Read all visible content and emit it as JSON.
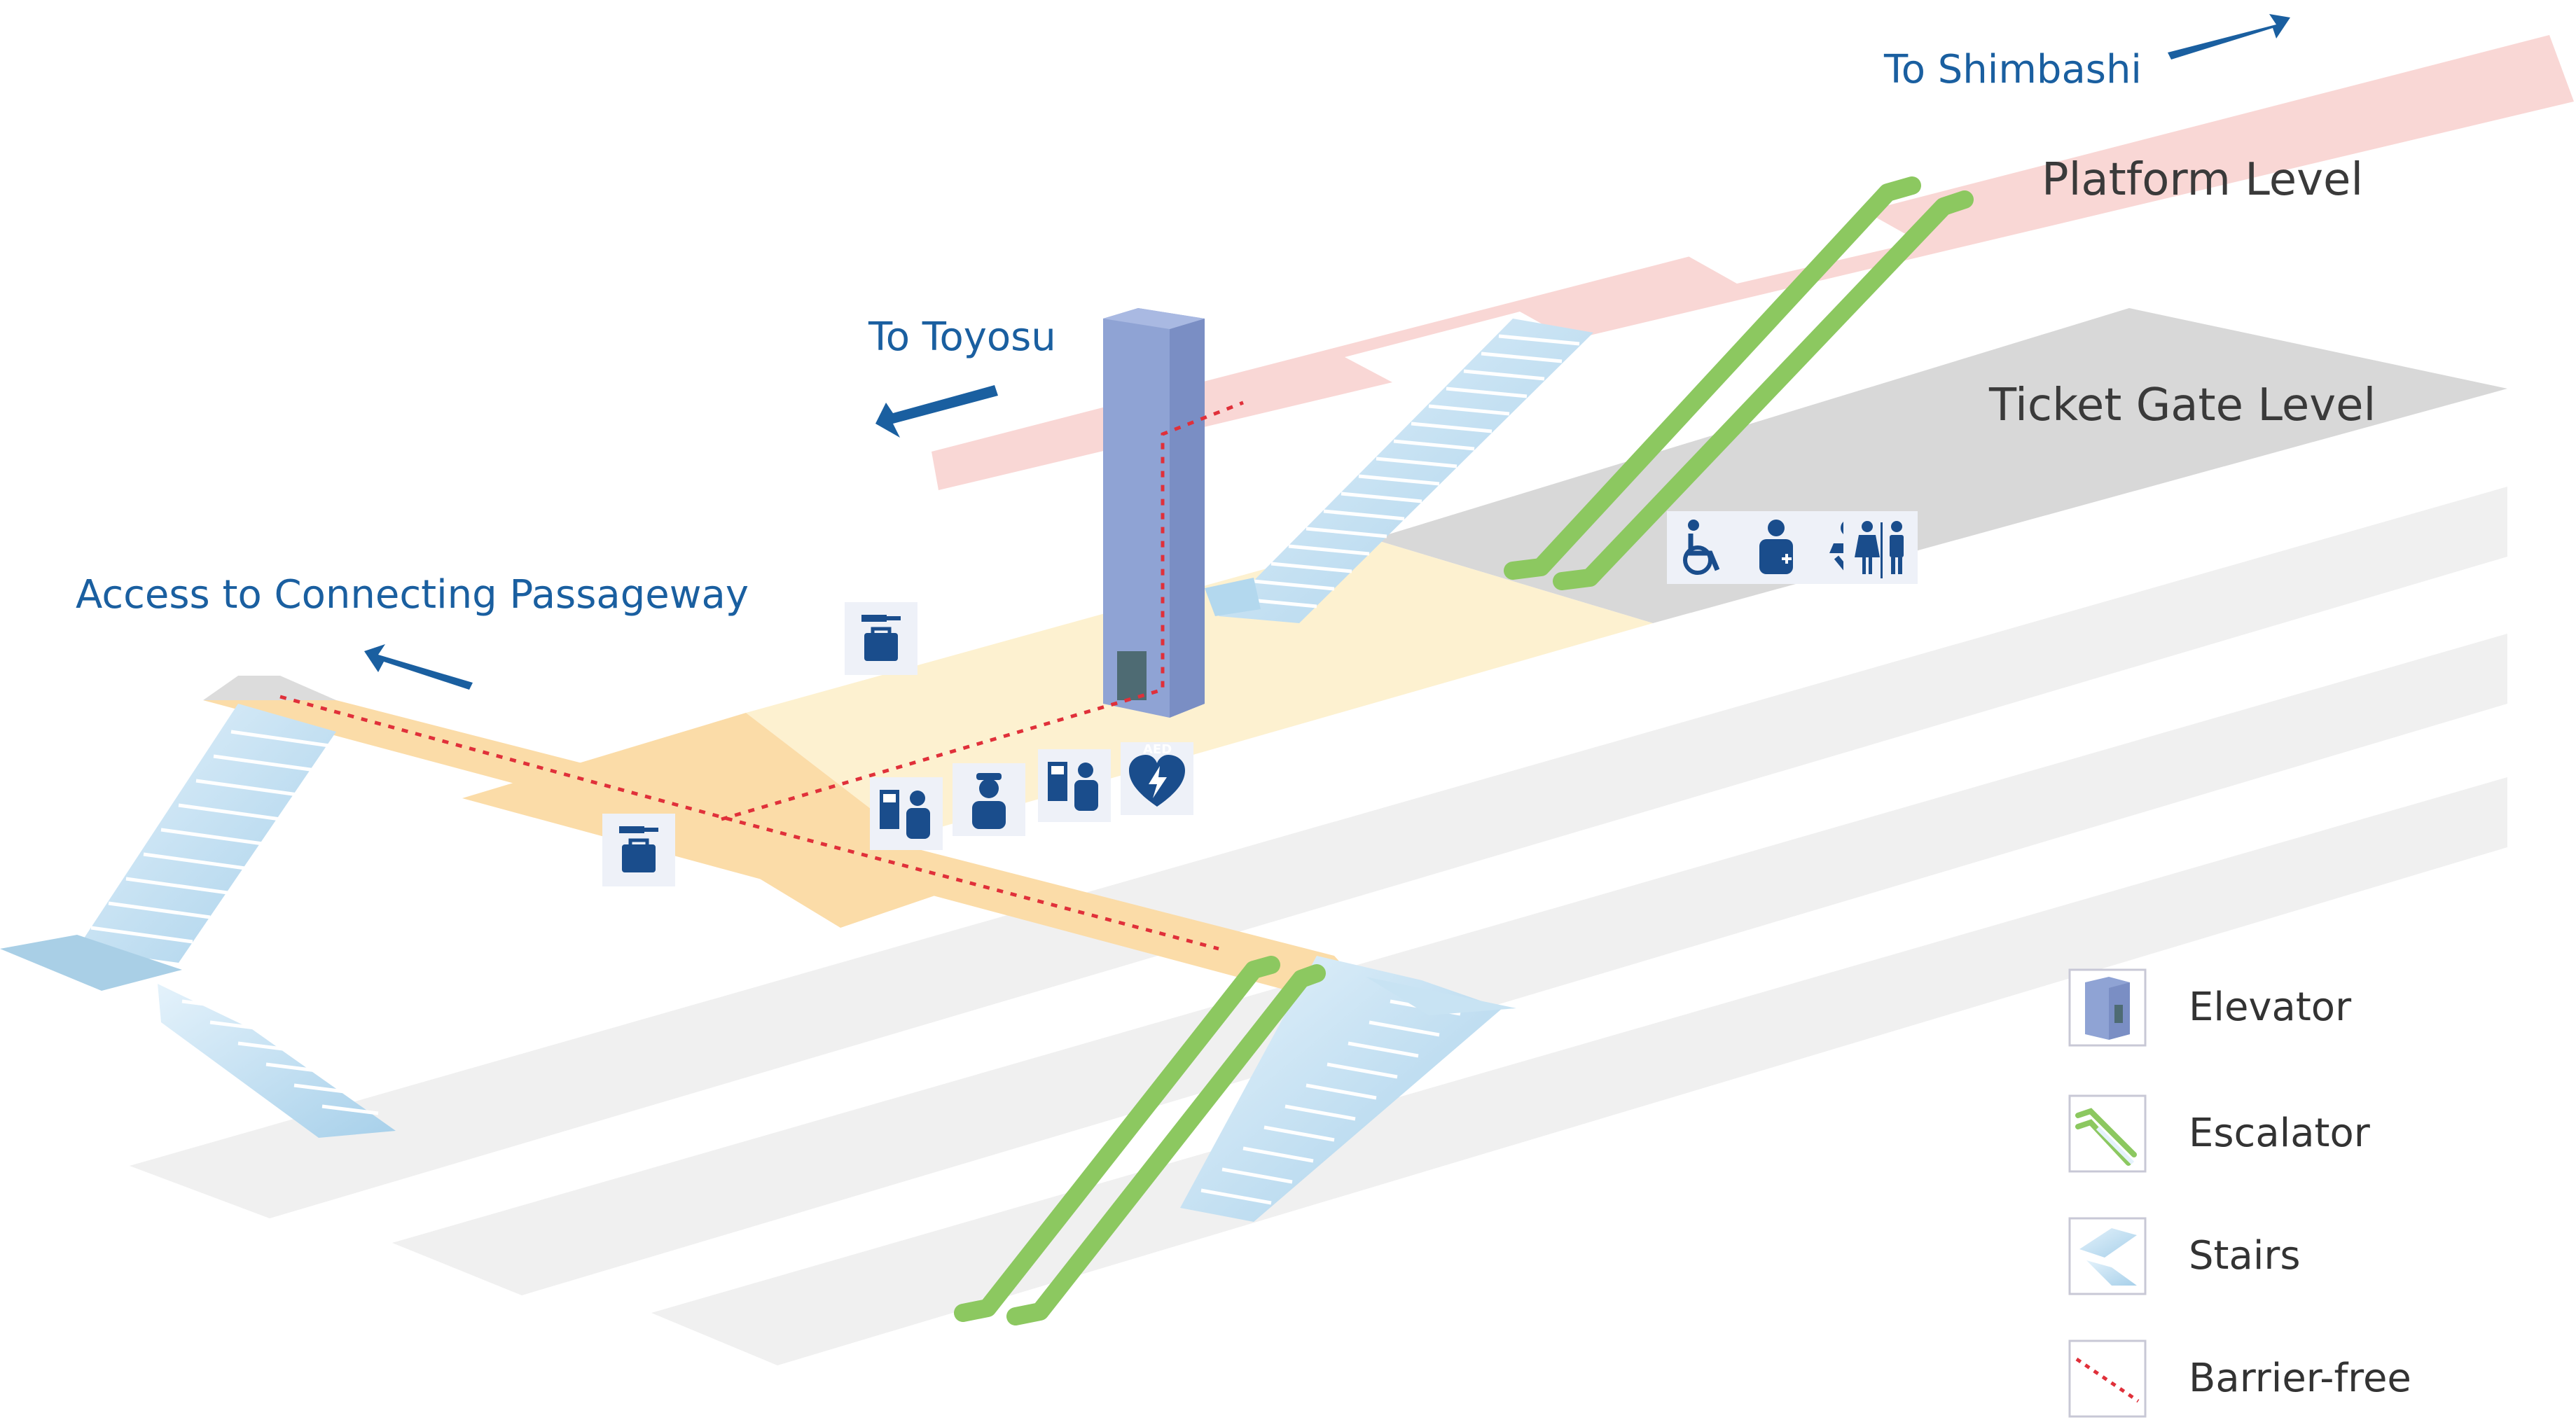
{
  "labels": {
    "to_shimbashi": "To Shimbashi",
    "to_toyosu": "To Toyosu",
    "platform_level": "Platform Level",
    "ticket_gate_level": "Ticket Gate Level",
    "access_passageway": "Access to Connecting Passageway"
  },
  "legend": [
    {
      "icon": "elevator-icon",
      "label": "Elevator"
    },
    {
      "icon": "escalator-icon",
      "label": "Escalator"
    },
    {
      "icon": "stairs-icon",
      "label": "Stairs"
    },
    {
      "icon": "barrier-free-icon",
      "label": "Barrier-free"
    }
  ],
  "facility_icons": [
    "coin-locker-icon",
    "coin-locker-icon",
    "ticket-machine-icon",
    "station-staff-icon",
    "fare-adjustment-machine-icon",
    "aed-icon",
    "wheelchair-icon",
    "multipurpose-toilet-icon",
    "baby-care-icon",
    "toilet-icon"
  ],
  "aed_text": "AED",
  "colors": {
    "label_blue": "#1a5fa0",
    "icon_blue": "#1a4d8c",
    "platform": "#f8d3d0",
    "ticket_gate": "#d6d6d6",
    "concourse_light": "#fdf1d0",
    "concourse_orange": "#fbdca8",
    "elevator": "#8fa3d4",
    "escalator": "#8cc860",
    "stairs": "#b3d8ee",
    "barrier_free": "#e0303a"
  }
}
